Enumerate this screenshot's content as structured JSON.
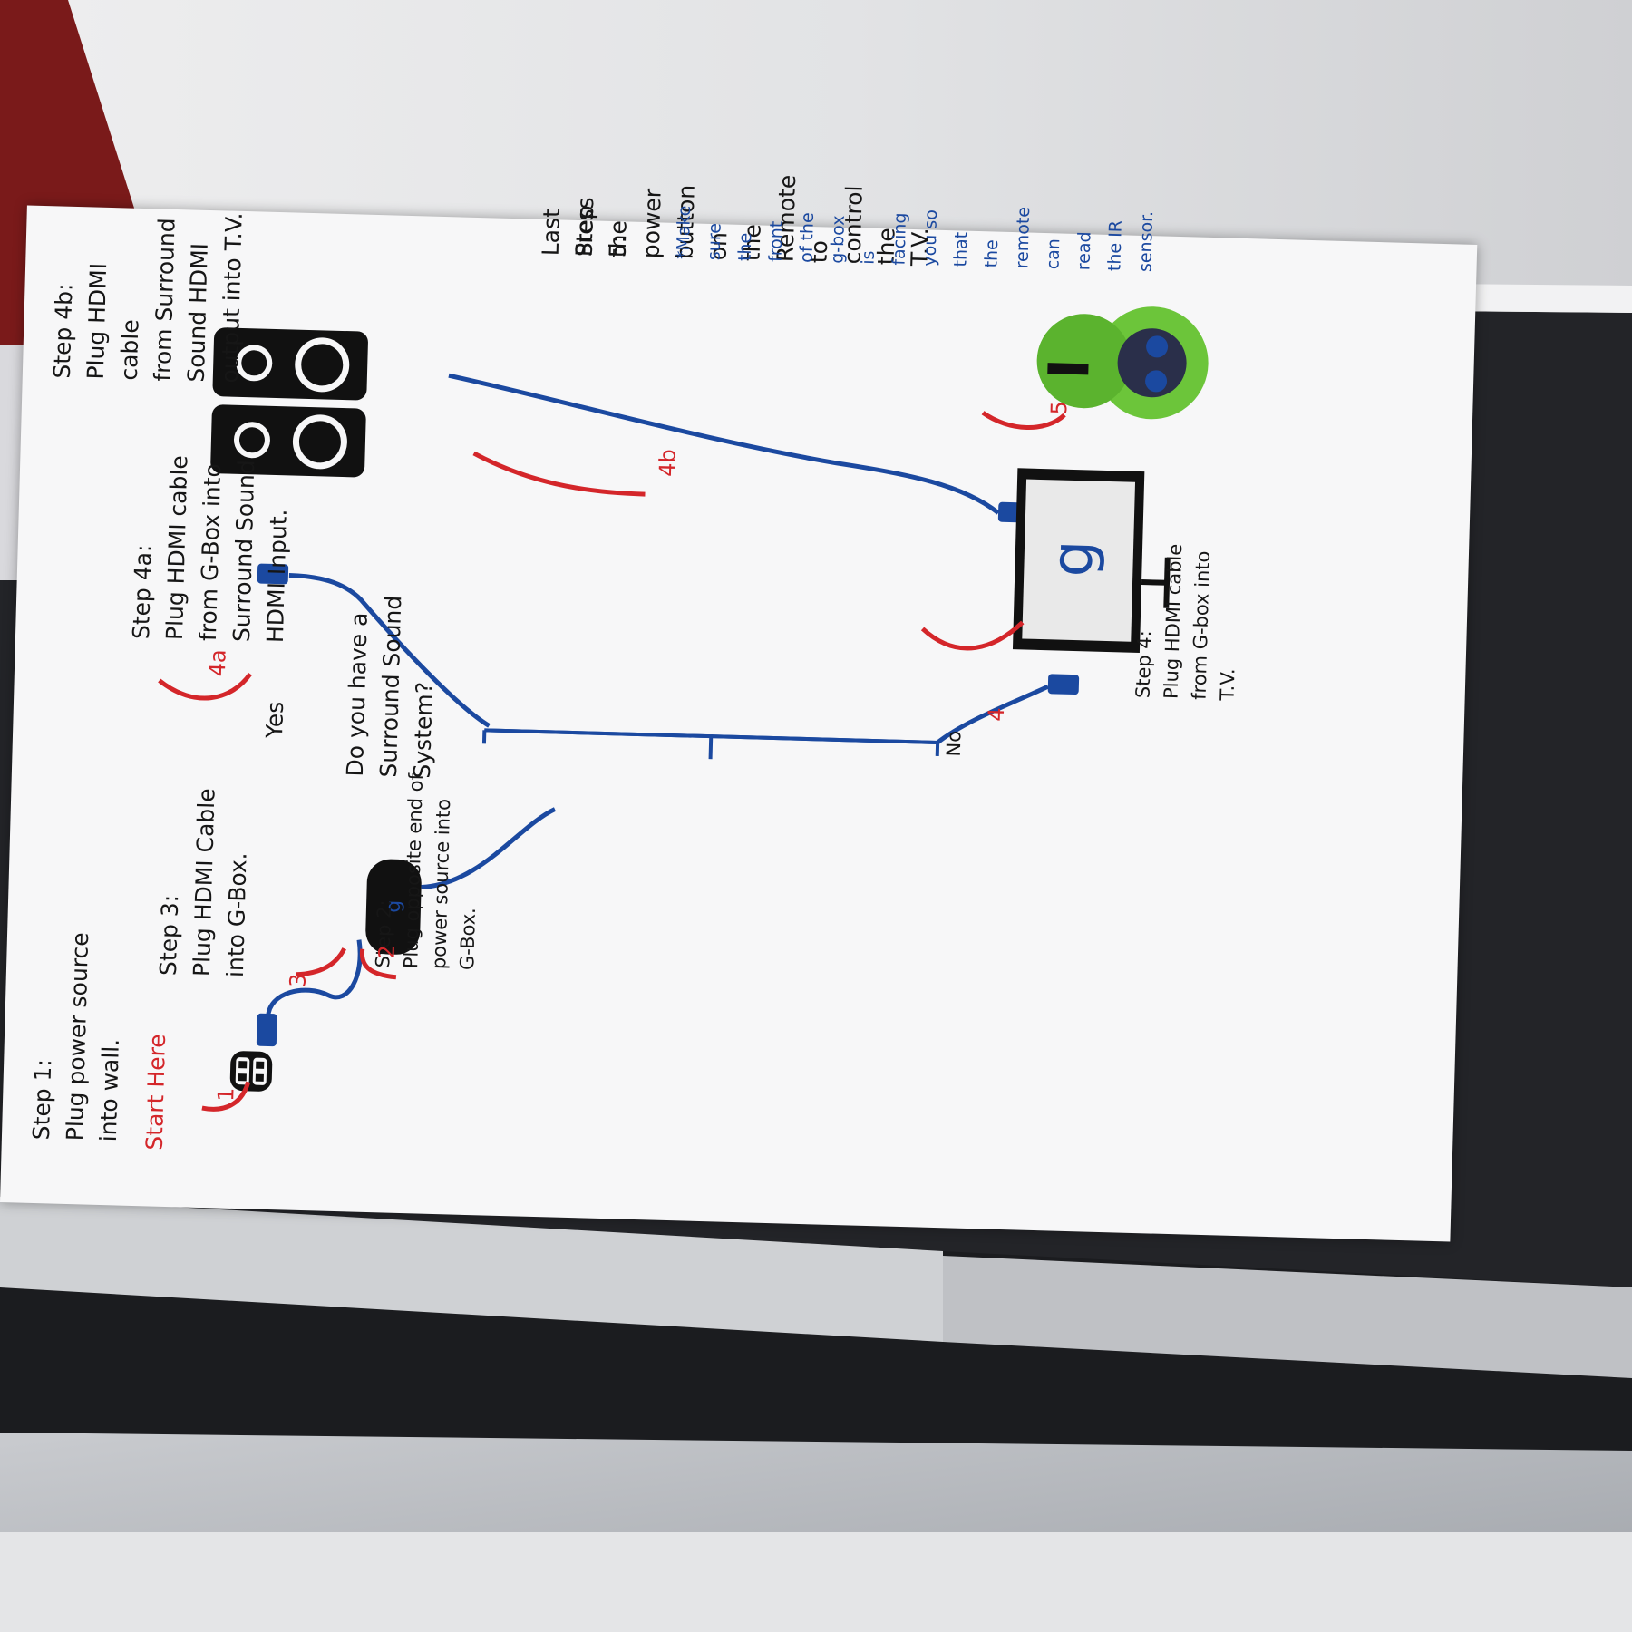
{
  "sheet": {
    "step1": {
      "title": "Step 1:",
      "text": "Plug power source\ninto wall."
    },
    "start_here": "Start Here",
    "step2": {
      "title": "Step 2:",
      "text": "Plug opposite end of\npower source into\nG-Box."
    },
    "step3": {
      "title": "Step 3:",
      "text": "Plug HDMI Cable\ninto G-Box."
    },
    "question": "Do you have a\nSurround Sound\nSystem?",
    "branch_yes": "Yes",
    "branch_no": "No",
    "step4a": {
      "title": "Step 4a:",
      "text": "Plug HDMI cable\nfrom G-Box into\nSurround Sound\nHDMI Input."
    },
    "step4b": {
      "title": "Step 4b:",
      "text": "Plug HDMI cable\nfrom Surround Sound HDMI\noutput into T.V."
    },
    "step4": {
      "title": "Step 4:",
      "text": "Plug HDMI cable\nfrom G-box into\nT.V."
    },
    "last_step": {
      "title": "Last Step 5:",
      "text": "Press the power button on\nthe Remote to control the\nT.V."
    },
    "note": "*Make sure the front of the g-box is\nfacing you so that the remote can\nread the IR sensor.",
    "arrow_numbers": {
      "n1": "1",
      "n2": "2",
      "n3": "3",
      "n4": "4",
      "n4a": "4a",
      "n4b": "4b",
      "n5": "5"
    },
    "tv_logo": "g",
    "gbox_logo": "g",
    "colors": {
      "step_arrow": "#d4262a",
      "cable": "#1b49a0",
      "mascot": "#6cc53a"
    }
  }
}
